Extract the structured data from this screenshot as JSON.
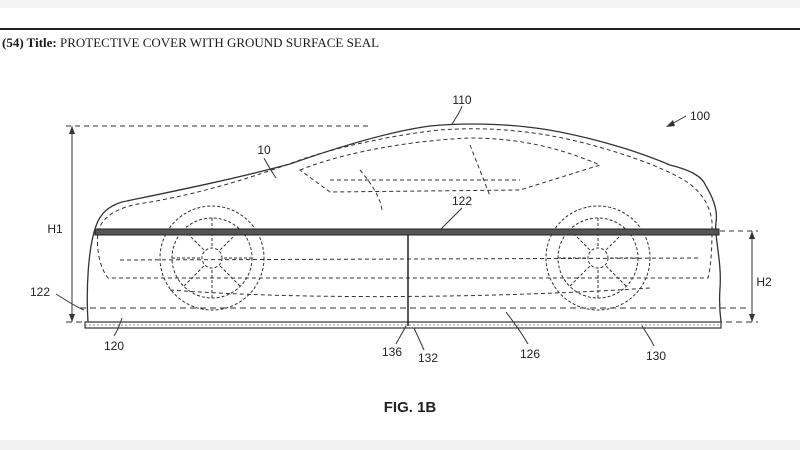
{
  "header": {
    "title_prefix": "(54) Title:",
    "title_text": "PROTECTIVE COVER WITH GROUND SURFACE SEAL"
  },
  "figure": {
    "caption": "FIG. 1B",
    "labels": {
      "l110": "110",
      "l100": "100",
      "l10": "10",
      "l122_center": "122",
      "lH1": "H1",
      "lH2": "H2",
      "l122_left": "122",
      "l120": "120",
      "l136": "136",
      "l132": "132",
      "l126": "126",
      "l130": "130"
    }
  }
}
